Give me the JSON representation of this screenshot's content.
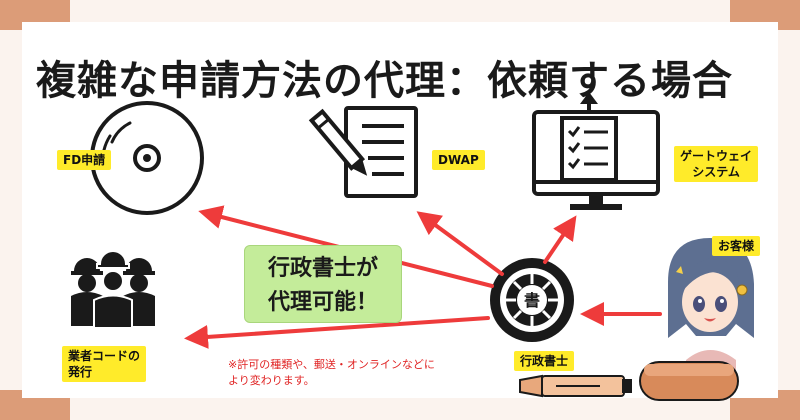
{
  "title": "複雑な申請方法の代理：依頼する場合",
  "nodes": {
    "fd": {
      "label": "FD申請"
    },
    "dwap": {
      "label": "DWAP"
    },
    "gateway": {
      "label_line1": "ゲートウェイ",
      "label_line2": "システム"
    },
    "vendor": {
      "label_line1": "業者コードの",
      "label_line2": "発行"
    },
    "scrivener": {
      "label": "行政書士",
      "seal_text": "書"
    },
    "customer": {
      "label": "お客様"
    }
  },
  "center_bubble": {
    "line1": "行政書士が",
    "line2": "代理可能！"
  },
  "note": {
    "line1": "※許可の種類や、郵送・オンラインなどに",
    "line2": "より変わります。"
  },
  "colors": {
    "accent_frame": "#dc9c78",
    "arrow": "#ee3b3b",
    "tag_bg": "#ffeb2a",
    "bubble_bg": "#c4ec9a",
    "note_text": "#e02424",
    "icon": "#1a1a1a"
  }
}
